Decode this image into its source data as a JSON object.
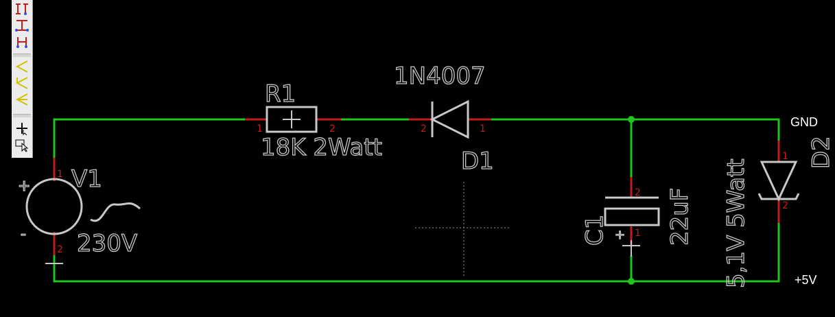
{
  "colors": {
    "wire": "#22c422",
    "pin": "#c41c1c",
    "symbol": "#c8c8c8",
    "net_label": "#ffffff",
    "background": "#000000"
  },
  "toolbar": {
    "icons": [
      "bus-wire-icon",
      "junction-icon",
      "label-icon",
      "line-style-1-icon",
      "line-style-2-icon",
      "line-style-3-icon",
      "crosshair-cursor-icon",
      "select-pointer-icon"
    ]
  },
  "components": {
    "v1": {
      "ref": "V1",
      "value": "230V",
      "plus": "+",
      "minus": "-",
      "pin1": "1",
      "pin2": "2"
    },
    "r1": {
      "ref": "R1",
      "value": "18K 2Watt",
      "pin1": "1",
      "pin2": "2"
    },
    "d1": {
      "ref": "D1",
      "value": "1N4007",
      "pin1": "1",
      "pin2": "2"
    },
    "c1": {
      "ref": "C1",
      "value": "22uF",
      "plus": "+",
      "pin1": "1",
      "pin2": "2"
    },
    "d2": {
      "ref": "D2",
      "value": "5,1V 5Watt",
      "pin1": "1",
      "pin2": "2"
    }
  },
  "nets": {
    "top_right": "GND",
    "bottom_right": "+5V"
  }
}
